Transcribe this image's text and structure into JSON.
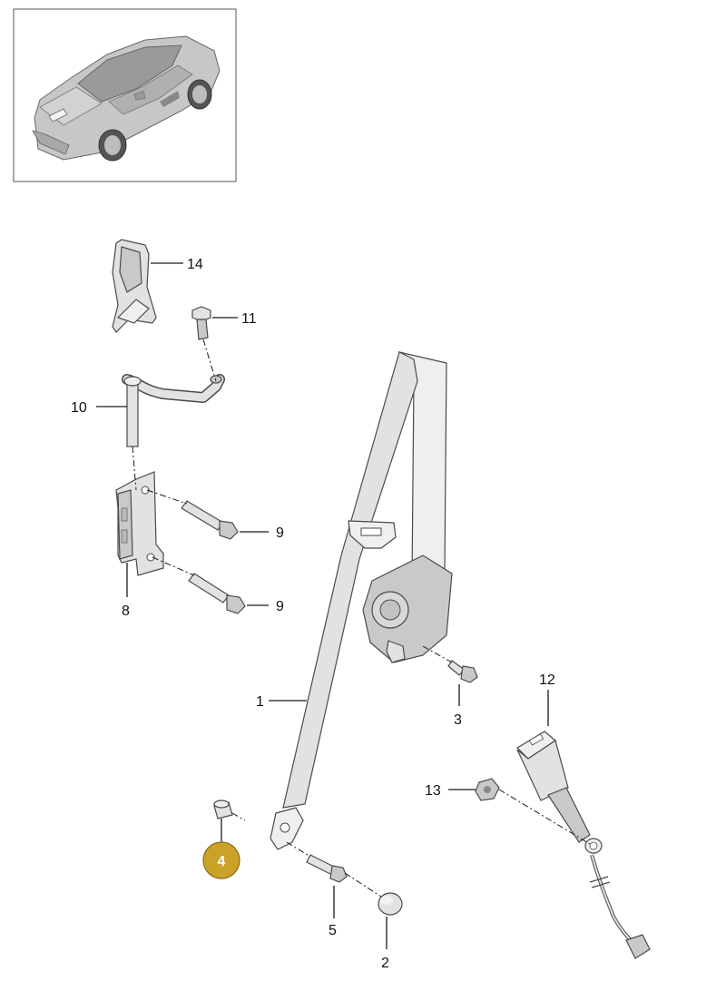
{
  "callouts": {
    "c1": "1",
    "c2": "2",
    "c3": "3",
    "c4": "4",
    "c5": "5",
    "c8": "8",
    "c9a": "9",
    "c9b": "9",
    "c10": "10",
    "c11": "11",
    "c12": "12",
    "c13": "13",
    "c14": "14"
  },
  "highlighted_callout": "4",
  "colors": {
    "highlight_fill": "#c9a227",
    "highlight_stroke": "#8a6d12",
    "part_fill": "#e2e2e2",
    "outline": "#4a4a4a"
  }
}
